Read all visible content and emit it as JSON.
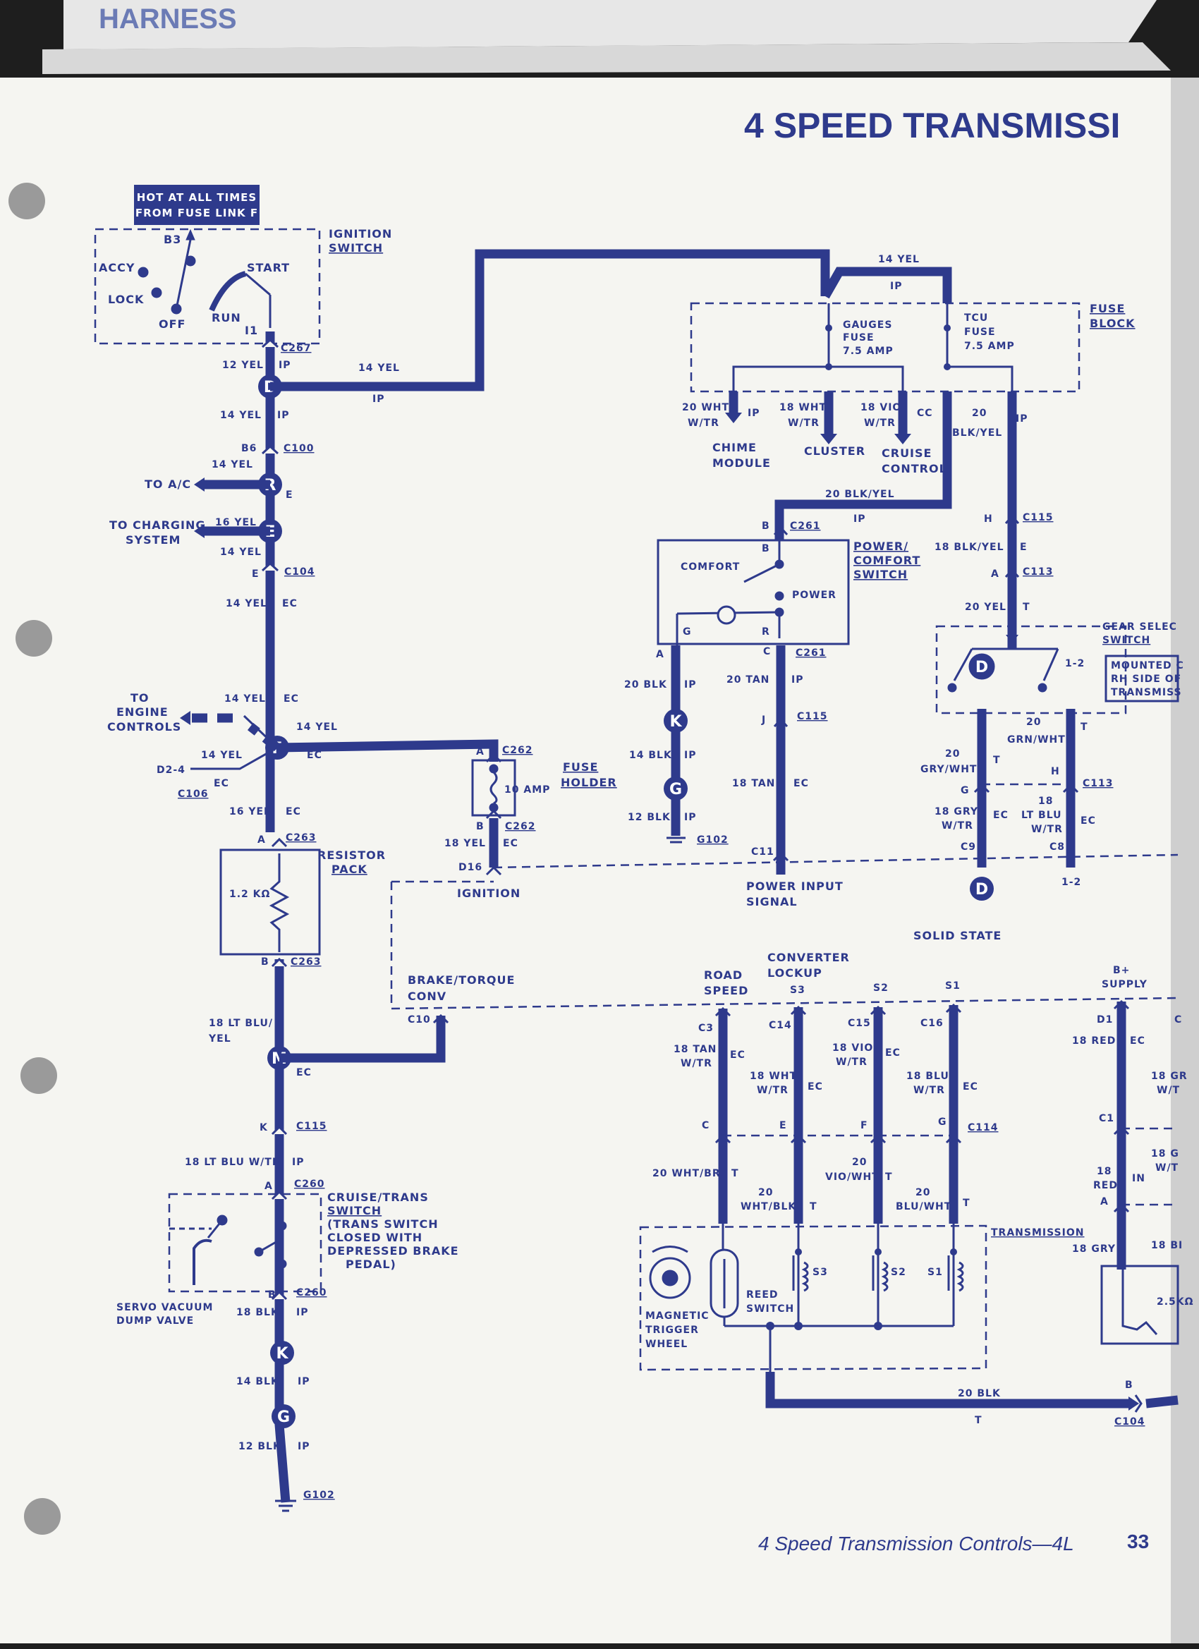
{
  "header": {
    "tab_text": "HARNESS",
    "title": "4 SPEED TRANSMISSI"
  },
  "footer": {
    "caption": "4 Speed Transmission Controls—4L",
    "page_number": "33"
  },
  "power_source": {
    "line1": "HOT AT ALL TIMES",
    "line2": "FROM FUSE LINK F"
  },
  "ignition_switch": {
    "title_line1": "IGNITION",
    "title_line2": "SWITCH",
    "positions": [
      "ACCY",
      "LOCK",
      "OFF",
      "RUN",
      "START"
    ],
    "terminals": [
      "B3",
      "I1"
    ]
  },
  "fuse_block": {
    "title_line1": "FUSE",
    "title_line2": "BLOCK",
    "gauges_fuse": [
      "GAUGES",
      "FUSE",
      "7.5 AMP"
    ],
    "tcu_fuse": [
      "TCU",
      "FUSE",
      "7.5 AMP"
    ]
  },
  "fuse_holder": {
    "title_line1": "FUSE",
    "title_line2": "HOLDER",
    "rating": "10 AMP"
  },
  "resistor_pack": {
    "title_line1": "RESISTOR",
    "title_line2": "PACK",
    "value": "1.2 KΩ"
  },
  "power_comfort_switch": {
    "title_line1": "POWER/",
    "title_line2": "COMFORT",
    "title_line3": "SWITCH",
    "comfort": "COMFORT",
    "power": "POWER"
  },
  "gear_select_switch": {
    "title_line1": "GEAR SELEC",
    "title_line2": "SWITCH",
    "note": [
      "MOUNTED C",
      "RH SIDE OF",
      "TRANSMISS"
    ],
    "pos": "1-2"
  },
  "cruise_trans_switch": {
    "title_line1": "CRUISE/TRANS",
    "title_line2": "SWITCH",
    "note": [
      "(TRANS SWITCH",
      "CLOSED WITH",
      "DEPRESSED BRAKE",
      "PEDAL)"
    ],
    "servo": [
      "SERVO VACUUM",
      "DUMP VALVE"
    ]
  },
  "loads": {
    "to_ac": "TO A/C",
    "to_charging": [
      "TO CHARGING",
      "SYSTEM"
    ],
    "to_engine": [
      "TO",
      "ENGINE",
      "CONTROLS"
    ],
    "chime": [
      "CHIME",
      "MODULE"
    ],
    "cluster": "CLUSTER",
    "cruise": [
      "CRUISE",
      "CONTROL"
    ]
  },
  "tcu": {
    "solid_state": "SOLID STATE",
    "ignition": "IGNITION",
    "power_input": [
      "POWER INPUT",
      "SIGNAL"
    ],
    "brake_torque": [
      "BRAKE/TORQUE",
      "CONV"
    ],
    "road_speed": [
      "ROAD",
      "SPEED"
    ],
    "converter_lockup": [
      "CONVERTER",
      "LOCKUP"
    ],
    "b_supply": [
      "B+",
      "SUPPLY"
    ]
  },
  "transmission": {
    "title": "TRANSMISSION",
    "magnetic": [
      "MAGNETIC",
      "TRIGGER",
      "WHEEL"
    ],
    "reed": [
      "REED",
      "SWITCH"
    ],
    "resistor": "2.5KΩ"
  },
  "connectors": [
    "C267",
    "C100",
    "C104",
    "C262",
    "C263",
    "C115",
    "C260",
    "G102",
    "C261",
    "C113",
    "C114",
    "C115"
  ],
  "splices": [
    "D",
    "R",
    "E",
    "F",
    "M",
    "K",
    "G"
  ],
  "colors": {
    "ink": "#2e3a8c",
    "paper": "#f4f4f0"
  }
}
